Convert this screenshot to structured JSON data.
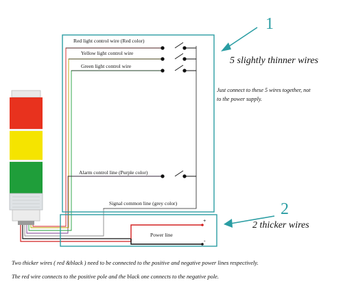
{
  "group1": {
    "number": "1",
    "label": "5 slightly thinner wires",
    "note_line1": "Just connect to these 5 wires together, not",
    "note_line2": "to the power supply."
  },
  "wires": {
    "red": "Red light control wire (Red color)",
    "yellow": "Yellow light control wire",
    "green": "Green light control wire",
    "alarm": "Alarm control line (Purple color)",
    "common": "Signal common line (grey color)"
  },
  "group2": {
    "number": "2",
    "label": "2 thicker wires",
    "power_label": "Power line",
    "plus": "+",
    "minus": "-"
  },
  "caption": {
    "line1": "Two thicker wires ( red &black ) need to be connected to the positive and negative power lines respectively.",
    "line2": "The red wire connects to the positive pole and the black one connects to the negative pole."
  },
  "colors": {
    "teal": "#2a9da3",
    "red_lamp": "#e8321e",
    "yellow_lamp": "#f5e400",
    "green_lamp": "#1f9e3a",
    "power_red": "#d42020"
  },
  "icons": [
    "tower-light-icon",
    "arrow-icon",
    "switch-icon"
  ]
}
